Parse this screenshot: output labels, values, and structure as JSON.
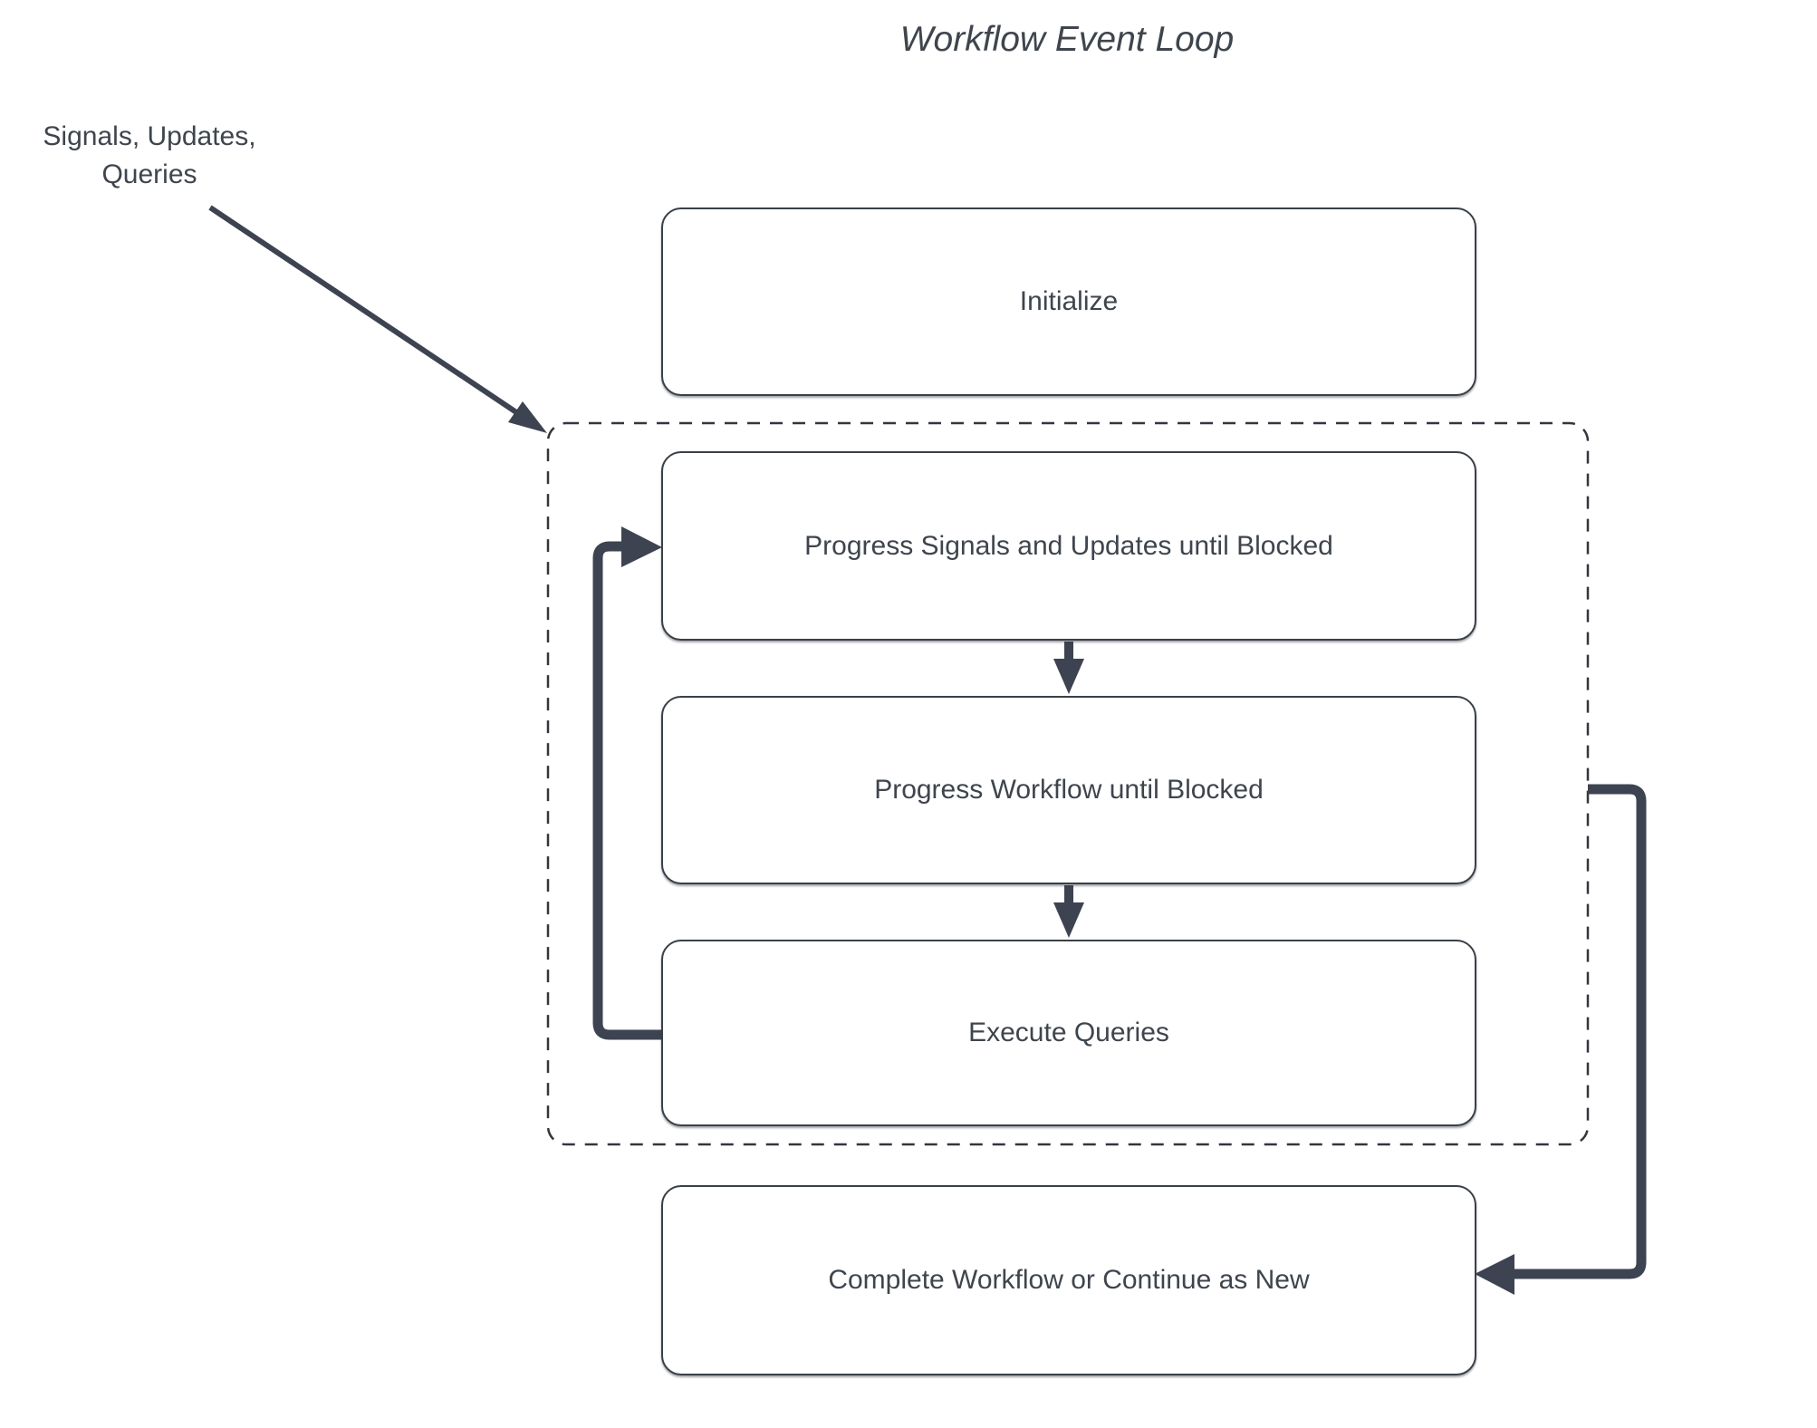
{
  "title": "Workflow Event Loop",
  "external_label": "Signals, Updates,\nQueries",
  "nodes": [
    {
      "id": "initialize",
      "label": "Initialize"
    },
    {
      "id": "progress-signals",
      "label": "Progress Signals and Updates until Blocked"
    },
    {
      "id": "progress-workflow",
      "label": "Progress Workflow until Blocked"
    },
    {
      "id": "execute-queries",
      "label": "Execute Queries"
    },
    {
      "id": "complete-workflow",
      "label": "Complete Workflow or Continue as New"
    }
  ],
  "groups": [
    {
      "id": "event-loop-boundary",
      "style": "dashed",
      "contains": [
        "progress-signals",
        "progress-workflow",
        "execute-queries"
      ]
    }
  ],
  "edges": [
    {
      "from": "external-label",
      "to": "event-loop-boundary",
      "style": "thin-diagonal-arrow"
    },
    {
      "from": "progress-signals",
      "to": "progress-workflow",
      "style": "down-arrow"
    },
    {
      "from": "progress-workflow",
      "to": "execute-queries",
      "style": "down-arrow"
    },
    {
      "from": "execute-queries",
      "to": "progress-signals",
      "style": "thick-loop-back-arrow"
    },
    {
      "from": "event-loop-boundary",
      "to": "complete-workflow",
      "style": "thick-exit-arrow"
    }
  ],
  "colors": {
    "background": "#ffffff",
    "text": "#3f454d",
    "box_border": "#3a4047",
    "dashed_border": "#32373e",
    "connector": "#3d4350"
  }
}
